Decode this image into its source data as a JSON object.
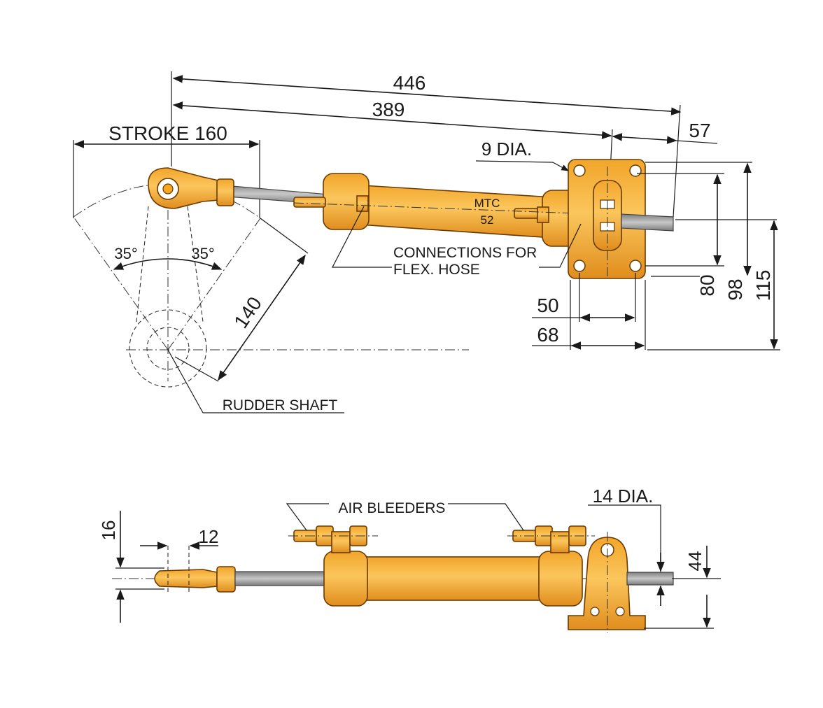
{
  "colors": {
    "body_main": "#f5a623",
    "body_highlight": "#f9c65a",
    "body_shadow": "#d9881a",
    "rod": "#9a9a9a",
    "line": "#1a1a1a"
  },
  "top_view": {
    "dim_446": "446",
    "dim_389": "389",
    "dim_57": "57",
    "stroke": "STROKE 160",
    "angle_left": "35°",
    "angle_right": "35°",
    "dim_140": "140",
    "rudder_shaft": "RUDDER SHAFT",
    "hole_dia": "9 DIA.",
    "model_line1": "MTC",
    "model_line2": "52",
    "connections_line1": "CONNECTIONS FOR",
    "connections_line2": "FLEX. HOSE",
    "dim_50": "50",
    "dim_68": "68",
    "dim_80": "80",
    "dim_98": "98",
    "dim_115": "115"
  },
  "side_view": {
    "air_bleeders": "AIR BLEEDERS",
    "rod_dia": "14 DIA.",
    "dim_16": "16",
    "dim_12": "12",
    "dim_44": "44"
  }
}
